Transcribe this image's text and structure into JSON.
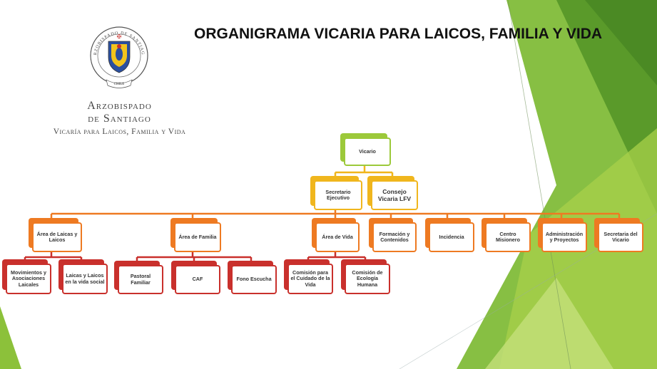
{
  "title": "ORGANIGRAMA VICARIA PARA LAICOS, FAMILIA Y VIDA",
  "logo": {
    "seal_ring_text": "ARZOBISPADO DE SANTIAGO",
    "seal_bottom_text": "CHILE",
    "name_line1": "Arzobispado",
    "name_line2": "de Santiago",
    "name_line3": "Vicaría para Laicos, Familia y Vida"
  },
  "colors": {
    "top_level": "#9cc93a",
    "second_level": "#f0b61d",
    "third_level": "#ee7a22",
    "fourth_level": "#c9302c",
    "background_accent": "#7ab82f"
  },
  "nodes": {
    "vicario": "Vicario",
    "secretario": "Secretario Ejecutivo",
    "consejo": "Consejo Vicaria LFV",
    "area_laicos": "Área de Laicas y Laicos",
    "area_familia": "Área de Familia",
    "area_vida": "Área de Vida",
    "formacion": "Formación y Contenidos",
    "incidencia": "Incidencia",
    "centro": "Centro Misionero",
    "administracion": "Administración y Proyectos",
    "secretaria": "Secretaria del Vicario",
    "movimientos": "Movimientos y Asociaciones Laicales",
    "laicas_vida": "Laicas y Laicos en la vida social",
    "pastoral": "Pastoral Familiar",
    "caf": "CAF",
    "fono": "Fono Escucha",
    "comision_cuidado": "Comisión para el Cuidado de la Vida",
    "comision_ecologia": "Comisión de Ecología Humana"
  }
}
